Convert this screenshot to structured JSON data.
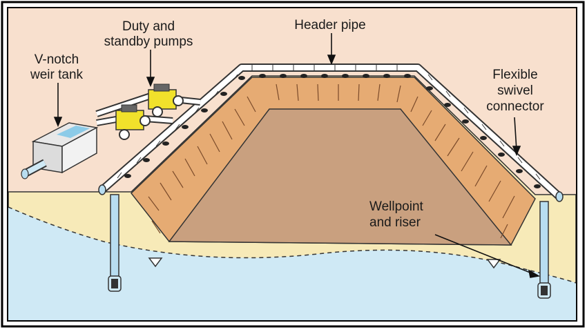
{
  "labels": {
    "pumps_line1": "Duty and",
    "pumps_line2": "standby pumps",
    "header_pipe": "Header pipe",
    "weir_line1": "V-notch",
    "weir_line2": "weir tank",
    "swivel_line1": "Flexible",
    "swivel_line2": "swivel",
    "swivel_line3": "connector",
    "wellpoint_line1": "Wellpoint",
    "wellpoint_line2": "and riser"
  },
  "colors": {
    "sky": "#f8e0ce",
    "ground_sand": "#f7eab8",
    "groundwater": "#cfe9f5",
    "excavation_floor": "#c9a07f",
    "excavation_slope": "#e6ab73",
    "pump": "#f1e12b",
    "pipe": "#ffffff",
    "riser": "#b8ddf0"
  },
  "icons": [
    "water-table-marker-icon",
    "pump-icon",
    "weir-tank-icon"
  ]
}
